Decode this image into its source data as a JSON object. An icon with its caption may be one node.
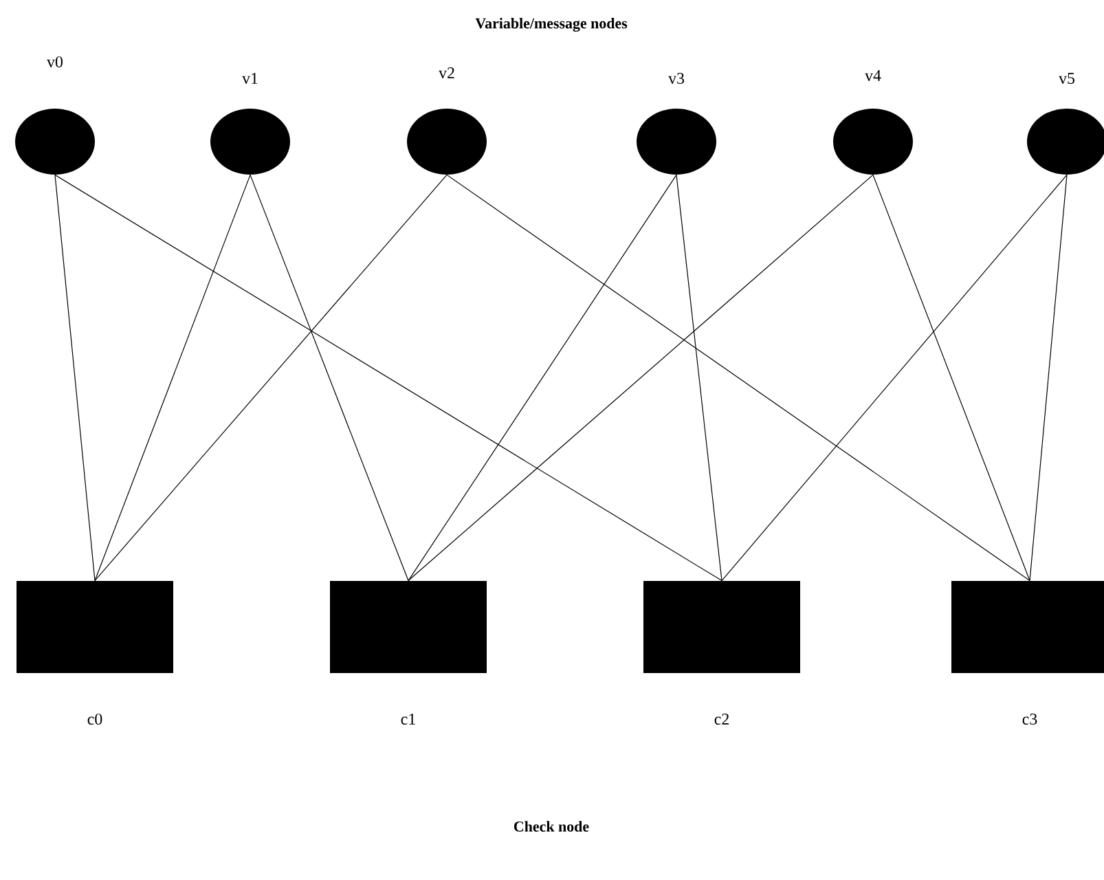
{
  "diagram": {
    "title": "Variable/message nodes",
    "nodes": [
      {
        "text": [
          "v0"
        ]
      },
      {
        "text": [
          "v1"
        ]
      },
      {
        "text": [
          "v2"
        ]
      },
      {
        "text": [
          "v3"
        ]
      },
      {
        "text": [
          "v4"
        ]
      },
      {
        "text": [
          "v5"
        ]
      },
      {
        "text": [
          "c0"
        ]
      },
      {
        "text": [
          "c1"
        ]
      },
      {
        "text": [
          "c2"
        ]
      },
      {
        "text": [
          "c3"
        ]
      }
    ],
    "edges": [
      {
        "from": 0,
        "to": 6,
        "arrow": "none"
      },
      {
        "from": 0,
        "to": 8,
        "arrow": "none"
      },
      {
        "from": 1,
        "to": 6,
        "arrow": "none"
      },
      {
        "from": 1,
        "to": 7,
        "arrow": "none"
      },
      {
        "from": 2,
        "to": 6,
        "arrow": "none"
      },
      {
        "from": 2,
        "to": 9,
        "arrow": "none"
      },
      {
        "from": 3,
        "to": 7,
        "arrow": "none"
      },
      {
        "from": 3,
        "to": 8,
        "arrow": "none"
      },
      {
        "from": 4,
        "to": 7,
        "arrow": "none"
      },
      {
        "from": 4,
        "to": 9,
        "arrow": "none"
      },
      {
        "from": 5,
        "to": 8,
        "arrow": "none"
      },
      {
        "from": 5,
        "to": 9,
        "arrow": "none"
      }
    ],
    "labels": [
      "Check node"
    ]
  }
}
